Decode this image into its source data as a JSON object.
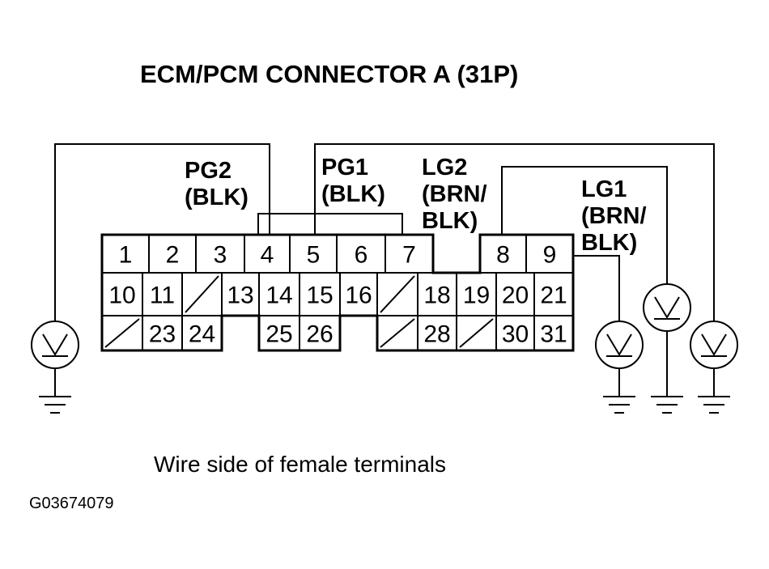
{
  "title": "ECM/PCM CONNECTOR A (31P)",
  "caption": "Wire side of female terminals",
  "figure_id": "G03674079",
  "wire_labels": {
    "pg2": [
      "PG2",
      "(BLK)"
    ],
    "pg1": [
      "PG1",
      "(BLK)"
    ],
    "lg2": [
      "LG2",
      "(BRN/",
      "BLK)"
    ],
    "lg1": [
      "LG1",
      "(BRN/",
      "BLK)"
    ]
  },
  "terminals": {
    "row1": [
      "1",
      "2",
      "3",
      "4",
      "5",
      "6",
      "7",
      "",
      "8",
      "9"
    ],
    "row2": [
      "10",
      "11",
      "",
      "13",
      "14",
      "15",
      "16",
      "",
      "18",
      "19",
      "20",
      "21"
    ],
    "row3": [
      "",
      "23",
      "24",
      "25",
      "26",
      "",
      "28",
      "",
      "30",
      "31"
    ]
  },
  "icons": [
    "voltmeter-icon",
    "ground-icon"
  ]
}
